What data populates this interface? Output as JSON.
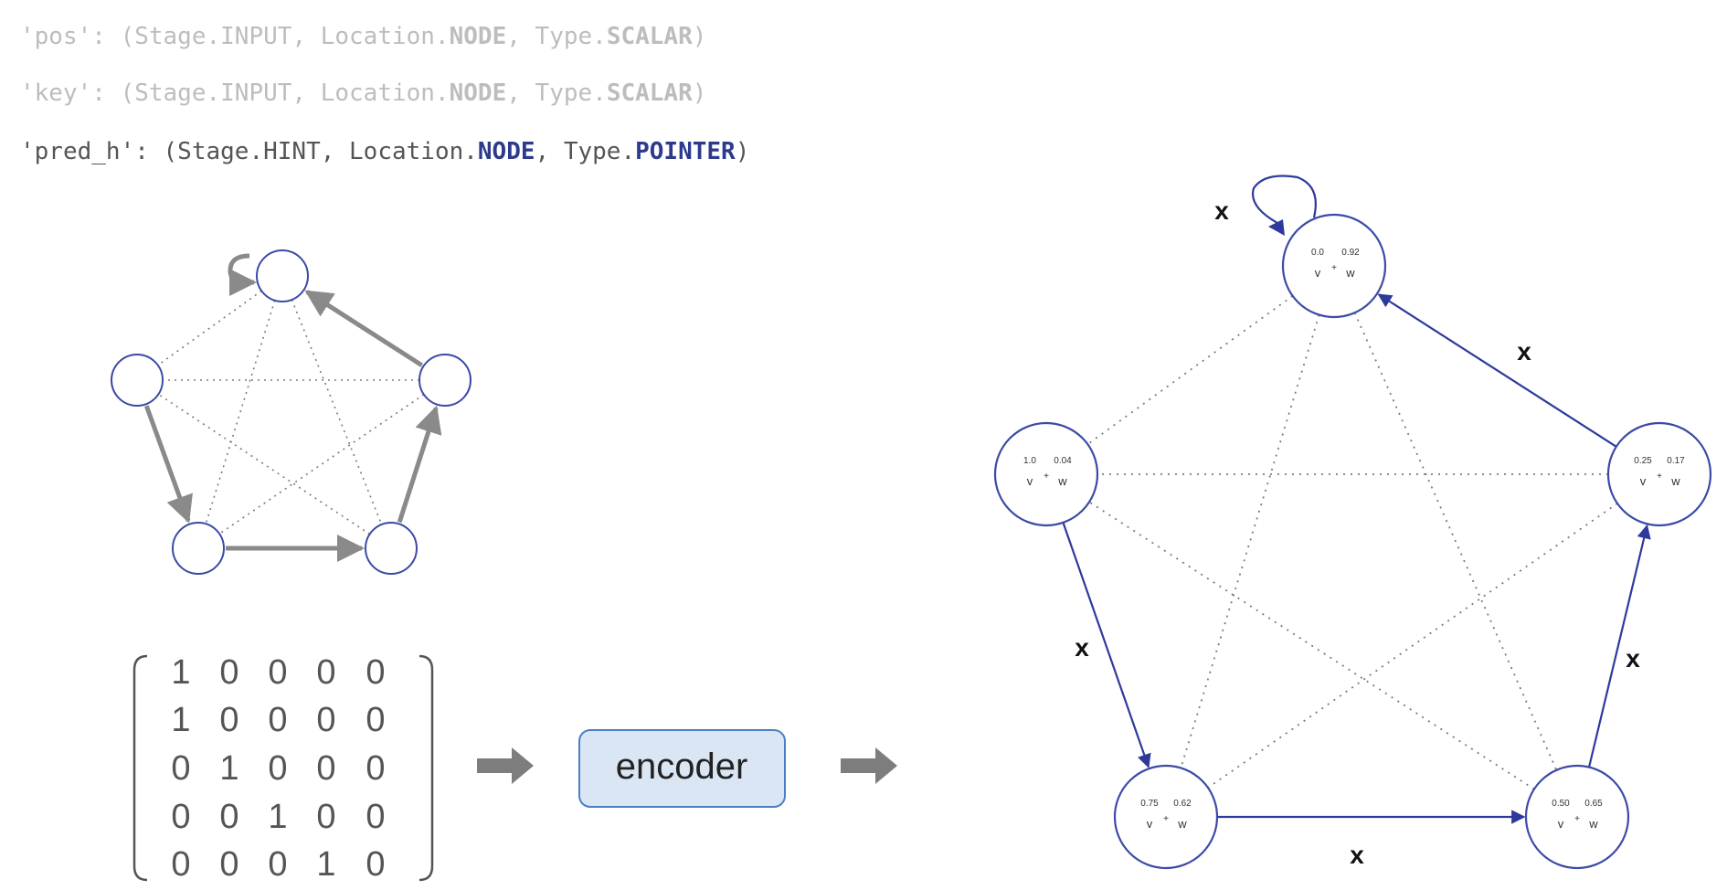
{
  "code_lines": [
    {
      "dim": true,
      "segments": [
        {
          "text": "'pos': (Stage.INPUT, Location.",
          "bold": false
        },
        {
          "text": "NODE",
          "bold": true
        },
        {
          "text": ", Type.",
          "bold": false
        },
        {
          "text": "SCALAR",
          "bold": true
        },
        {
          "text": ")",
          "bold": false
        }
      ]
    },
    {
      "dim": true,
      "segments": [
        {
          "text": "'key': (Stage.INPUT, Location.",
          "bold": false
        },
        {
          "text": "NODE",
          "bold": true
        },
        {
          "text": ", Type.",
          "bold": false
        },
        {
          "text": "SCALAR",
          "bold": true
        },
        {
          "text": ")",
          "bold": false
        }
      ]
    },
    {
      "dim": false,
      "segments": [
        {
          "text": "'pred_h': (Stage.HINT, Location.",
          "bold": false
        },
        {
          "text": "NODE",
          "bold": true
        },
        {
          "text": ", Type.",
          "bold": false
        },
        {
          "text": "POINTER",
          "bold": true
        },
        {
          "text": ")",
          "bold": false
        }
      ]
    }
  ],
  "matrix": [
    [
      "1",
      "0",
      "0",
      "0",
      "0"
    ],
    [
      "1",
      "0",
      "0",
      "0",
      "0"
    ],
    [
      "0",
      "1",
      "0",
      "0",
      "0"
    ],
    [
      "0",
      "0",
      "1",
      "0",
      "0"
    ],
    [
      "0",
      "0",
      "0",
      "1",
      "0"
    ]
  ],
  "encoder_label": "encoder",
  "edge_mark": "x",
  "node_letters": {
    "left": "v",
    "right": "w",
    "op": "+"
  },
  "graph_nodes": [
    {
      "v": "0.0",
      "w": "0.92"
    },
    {
      "v": "0.25",
      "w": "0.17"
    },
    {
      "v": "0.50",
      "w": "0.65"
    },
    {
      "v": "0.75",
      "w": "0.62"
    },
    {
      "v": "1.0",
      "w": "0.04"
    }
  ],
  "colors": {
    "code_dim": "#bdbdbd",
    "code_main": "#555555",
    "code_keyword": "#2d3a8c",
    "node_stroke": "#3b4aa6",
    "pointer_edge": "#2d3a9c",
    "small_edge": "#8a8a8a",
    "dotted": "#7a7a7a",
    "encoder_fill": "#dbe6f5",
    "encoder_stroke": "#4a7fc4"
  }
}
